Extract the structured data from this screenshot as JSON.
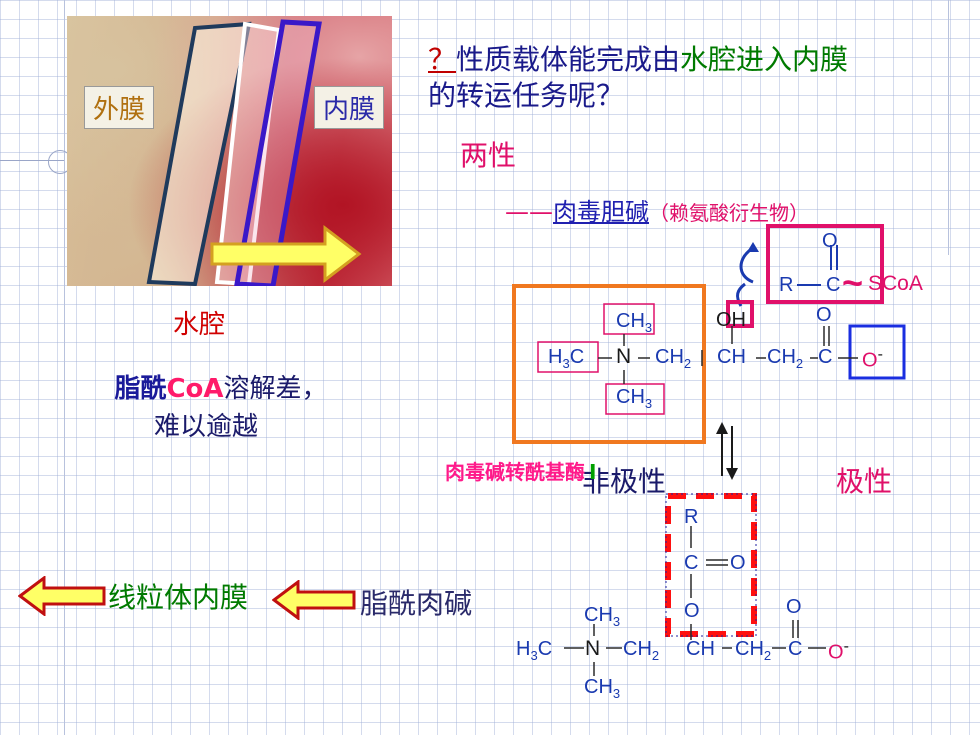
{
  "membrane_photo": {
    "outer_label": "外膜",
    "inner_label": "内膜",
    "matrix_label": "水腔",
    "colors": {
      "outer": "#c08020",
      "inner": "#3030b0",
      "matrix": "#d00000",
      "arrow_fill": "#ffff66"
    }
  },
  "note": {
    "prefix": "脂酰",
    "coa": "CoA",
    "rest": "溶解差，",
    "line2": "难以逾越"
  },
  "question": {
    "q_mark": "？",
    "part1": "性质载体能完成由",
    "part2": "水腔进入内膜",
    "line2": "的转运任务呢？"
  },
  "amphiphilic": "两性",
  "carnitine": {
    "dash": "——",
    "name": "肉毒胆碱",
    "note": "（赖氨酸衍生物）"
  },
  "acyl_coa": {
    "O": "O",
    "R": "R",
    "C": "C",
    "tilde": "~",
    "SCoA": "SCoA"
  },
  "molecule_top": {
    "CH3_top": "CH",
    "CH3_top_sub": "3",
    "H3C_H": "H",
    "H3C_sub": "3",
    "H3C_C": "C",
    "N": "N",
    "CH2": "CH",
    "CH2_sub": "2",
    "OH": "OH",
    "CH": "CH",
    "CH2b": "CH",
    "CH2b_sub": "2",
    "C": "C",
    "O_top": "O",
    "O_minus": "O",
    "minus": "-",
    "CH3_bot": "CH",
    "CH3_bot_sub": "3"
  },
  "enzyme": {
    "label": "肉毒碱转酰基酶",
    "roman": "I"
  },
  "nonpolar": "非极性",
  "polar": "极性",
  "acyl_group": {
    "R": "R",
    "C": "C",
    "O_eq": "O",
    "O": "O"
  },
  "molecule_bottom": {
    "CH3_top": "CH",
    "CH3_top_sub": "3",
    "H3C_H": "H",
    "H3C_sub": "3",
    "H3C_C": "C",
    "N": "N",
    "CH2": "CH",
    "CH2_sub": "2",
    "CH": "CH",
    "CH2b": "CH",
    "CH2b_sub": "2",
    "C": "C",
    "O_top": "O",
    "O_minus": "O",
    "minus": "-",
    "CH3_bot": "CH",
    "CH3_bot_sub": "3"
  },
  "bottom_labels": {
    "inner_membrane": "线粒体内膜",
    "acyl_carnitine": "脂酰肉碱"
  }
}
